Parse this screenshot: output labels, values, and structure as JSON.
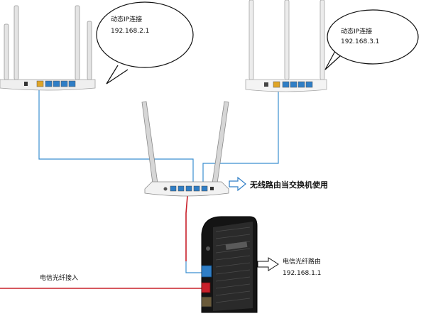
{
  "bubble_left": {
    "line1": "动态IP连接",
    "line2": "192.168.2.1"
  },
  "bubble_right": {
    "line1": "动态IP连接",
    "line2": "192.168.3.1"
  },
  "switch_caption": "无线路由当交换机使用",
  "main_router": {
    "line1": "电信光纤路由",
    "line2": "192.168.1.1"
  },
  "fiber_input": "电信光纤接入",
  "colors": {
    "blue_cable": "#3b8fd0",
    "red_cable": "#c8202a",
    "outline": "#111111"
  }
}
